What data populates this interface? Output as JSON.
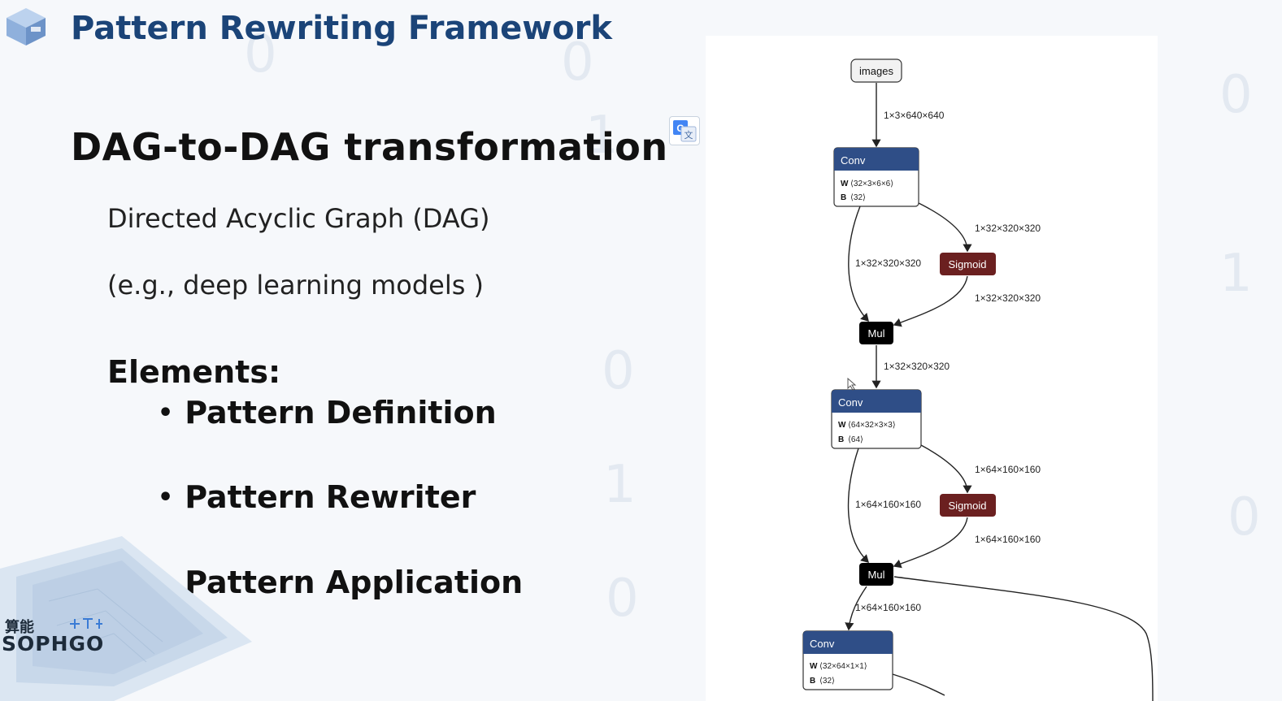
{
  "slide": {
    "title": "Pattern Rewriting Framework",
    "heading": "DAG-to-DAG transformation",
    "subtext_1": "Directed Acyclic Graph (DAG)",
    "subtext_2": "(e.g., deep learning models )",
    "elements_label": "Elements:",
    "bullets": [
      "Pattern Definition",
      "Pattern Rewriter",
      "Pattern Application"
    ]
  },
  "brand": {
    "logo_text": "SOPHGO",
    "logo_text_cn": "算能",
    "translate_icon": "google-translate-icon",
    "colors": {
      "title": "#1b4478",
      "conv": "#2f4e87",
      "sigmoid": "#6b2020",
      "mul": "#000000"
    }
  },
  "graph": {
    "input_node": "images",
    "edges": {
      "images_to_conv1": "1×3×640×640",
      "conv1_to_sigmoid1": "1×32×320×320",
      "conv1_to_mul1": "1×32×320×320",
      "sigmoid1_to_mul1": "1×32×320×320",
      "mul1_to_conv2": "1×32×320×320",
      "conv2_to_sigmoid2": "1×64×160×160",
      "conv2_to_mul2": "1×64×160×160",
      "sigmoid2_to_mul2": "1×64×160×160",
      "mul2_to_conv3": "1×64×160×160"
    },
    "nodes": {
      "conv1": {
        "title": "Conv",
        "w_label": "W",
        "w_value": "⟨32×3×6×6⟩",
        "b_label": "B",
        "b_value": "⟨32⟩"
      },
      "sigmoid1": {
        "title": "Sigmoid"
      },
      "mul1": {
        "title": "Mul"
      },
      "conv2": {
        "title": "Conv",
        "w_label": "W",
        "w_value": "⟨64×32×3×3⟩",
        "b_label": "B",
        "b_value": "⟨64⟩"
      },
      "sigmoid2": {
        "title": "Sigmoid"
      },
      "mul2": {
        "title": "Mul"
      },
      "conv3": {
        "title": "Conv",
        "w_label": "W",
        "w_value": "⟨32×64×1×1⟩",
        "b_label": "B",
        "b_value": "⟨32⟩"
      }
    }
  }
}
